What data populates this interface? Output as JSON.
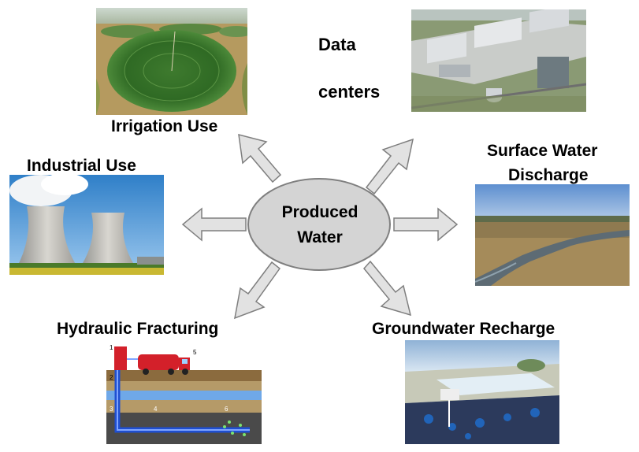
{
  "center": {
    "line1": "Produced",
    "line2": "Water"
  },
  "uses": {
    "irrigation": "Irrigation Use",
    "data_centers_line1": "Data",
    "data_centers_line2": "centers",
    "industrial": "Industrial Use",
    "surface_line1": "Surface Water",
    "surface_line2": "Discharge",
    "fracturing": "Hydraulic Fracturing",
    "groundwater": "Groundwater Recharge"
  },
  "frac_callouts": [
    "1",
    "2",
    "3",
    "4",
    "5",
    "6"
  ],
  "colors": {
    "ellipse_fill": "#d4d4d4",
    "arrow_fill": "#e2e2e2",
    "outline": "#7f7f7f",
    "truck_red": "#d3202a",
    "pipe_blue": "#1f4fd1"
  }
}
